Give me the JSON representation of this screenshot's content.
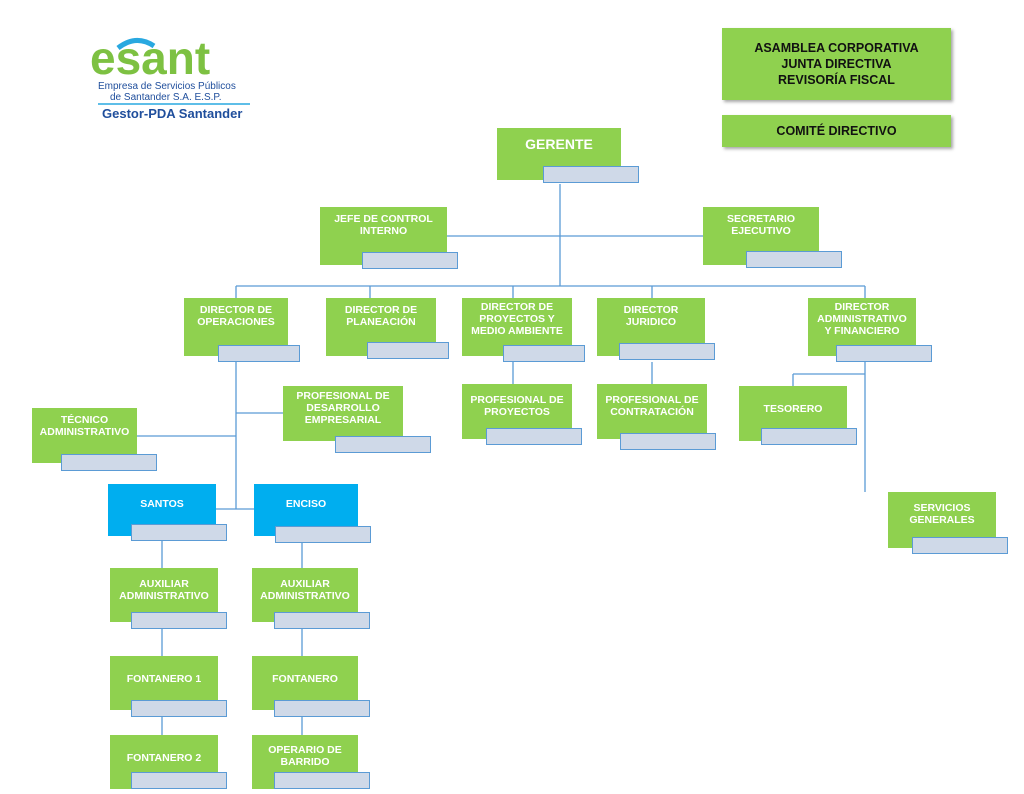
{
  "logo": {
    "text": "esant",
    "sub1": "Empresa de Servicios Públicos",
    "sub2": "de Santander S.A. E.S.P.",
    "tagline": "Gestor-PDA Santander"
  },
  "governance": {
    "top": "ASAMBLEA CORPORATIVA\nJUNTA DIRECTIVA\nREVISORÍA FISCAL",
    "committee": "COMITÉ DIRECTIVO"
  },
  "nodes": {
    "gerente": "GERENTE",
    "control_interno": "JEFE DE CONTROL\nINTERNO",
    "secretario": "SECRETARIO\nEJECUTIVO",
    "dir_operaciones": "DIRECTOR DE\nOPERACIONES",
    "dir_planeacion": "DIRECTOR DE\nPLANEACIÓN",
    "dir_proyectos": "DIRECTOR DE\nPROYECTOS Y\nMEDIO AMBIENTE",
    "dir_juridico": "DIRECTOR\nJURIDICO",
    "dir_administrativo": "DIRECTOR\nADMINISTRATIVO\nY FINANCIERO",
    "prof_desarrollo": "PROFESIONAL DE\nDESARROLLO\nEMPRESARIAL",
    "tecnico": "TÉCNICO\nADMINISTRATIVO",
    "prof_proyectos": "PROFESIONAL DE\nPROYECTOS",
    "prof_contratacion": "PROFESIONAL DE\nCONTRATACIÓN",
    "tesorero": "TESORERO",
    "servicios": "SERVICIOS\nGENERALES",
    "santos": "SANTOS",
    "enciso": "ENCISO",
    "aux_santos": "AUXILIAR\nADMINISTRATIVO",
    "aux_enciso": "AUXILIAR\nADMINISTRATIVO",
    "fontanero1": "FONTANERO 1",
    "fontanero": "FONTANERO",
    "fontanero2": "FONTANERO 2",
    "operario": "OPERARIO DE\nBARRIDO"
  }
}
